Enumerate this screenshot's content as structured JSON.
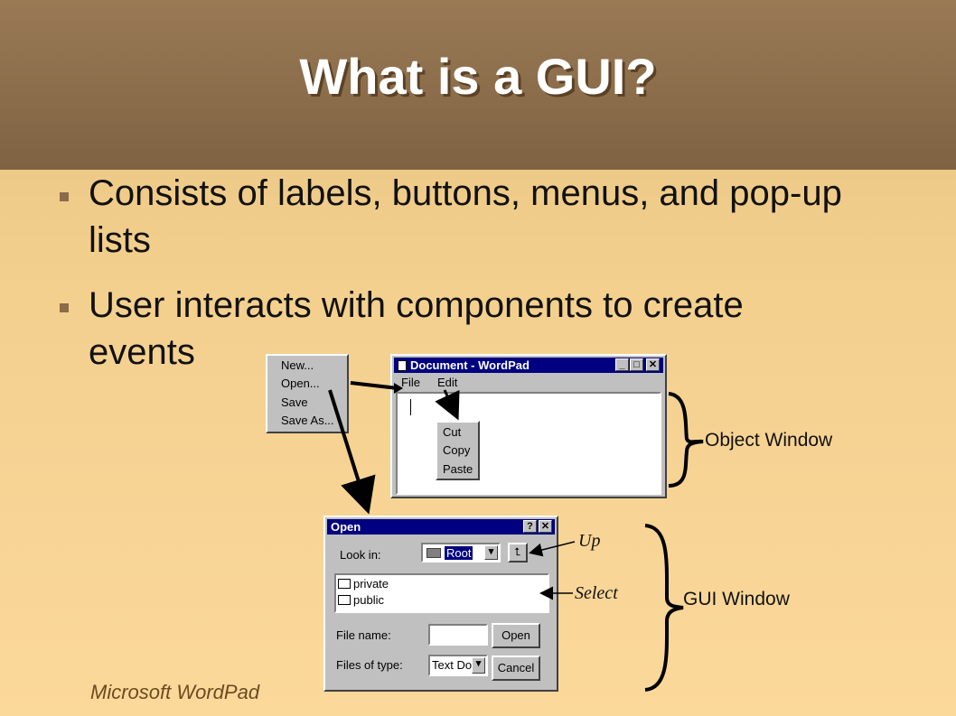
{
  "slide": {
    "title": "What is a GUI?",
    "bullets": [
      {
        "line1": "Consists of labels, buttons, menus, and pop-up",
        "line2": "lists"
      },
      {
        "line1": "User interacts with components to create",
        "line2": "events"
      }
    ],
    "caption": "Microsoft WordPad"
  },
  "file_menu": {
    "items": [
      "New...",
      "Open...",
      "Save",
      "Save As..."
    ]
  },
  "wordpad": {
    "title": "Document - WordPad",
    "menu": [
      "File",
      "Edit"
    ],
    "context_menu": [
      "Cut",
      "Copy",
      "Paste"
    ]
  },
  "open_dialog": {
    "title": "Open",
    "look_in_label": "Look in:",
    "look_in_value": "Root",
    "files": [
      "private",
      "public"
    ],
    "file_name_label": "File name:",
    "file_name_value": "",
    "files_of_type_label": "Files of type:",
    "files_of_type_value": "Text Do",
    "open_button": "Open",
    "cancel_button": "Cancel",
    "help_glyph": "?",
    "close_glyph": "✕"
  },
  "annotations": {
    "object_window": "Object Window",
    "gui_window": "GUI Window",
    "up": "Up",
    "select": "Select"
  },
  "colors": {
    "title_band": "#8a6c4a",
    "background": "#f3cf8e",
    "win_titlebar": "#000080",
    "win_face": "#c0c0c0"
  }
}
